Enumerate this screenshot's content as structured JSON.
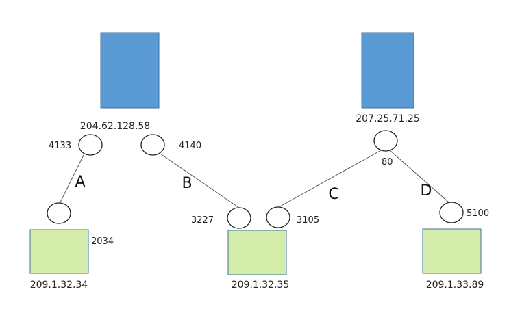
{
  "colors": {
    "server_fill": "#5b9bd5",
    "server_stroke": "#41719c",
    "client_fill": "#d4edaa",
    "client_stroke": "#41719c",
    "line": "#555555",
    "socket_stroke": "#222222"
  },
  "servers": [
    {
      "ip": "204.62.128.58"
    },
    {
      "ip": "207.25.71.25"
    }
  ],
  "clients": [
    {
      "ip": "209.1.32.34"
    },
    {
      "ip": "209.1.32.35"
    },
    {
      "ip": "209.1.33.89"
    }
  ],
  "ports": {
    "server1_a": "4133",
    "server1_b": "4140",
    "server2": "80",
    "client1": "2034",
    "client2_b": "3227",
    "client2_c": "3105",
    "client3": "5100"
  },
  "connections": [
    "A",
    "B",
    "C",
    "D"
  ]
}
